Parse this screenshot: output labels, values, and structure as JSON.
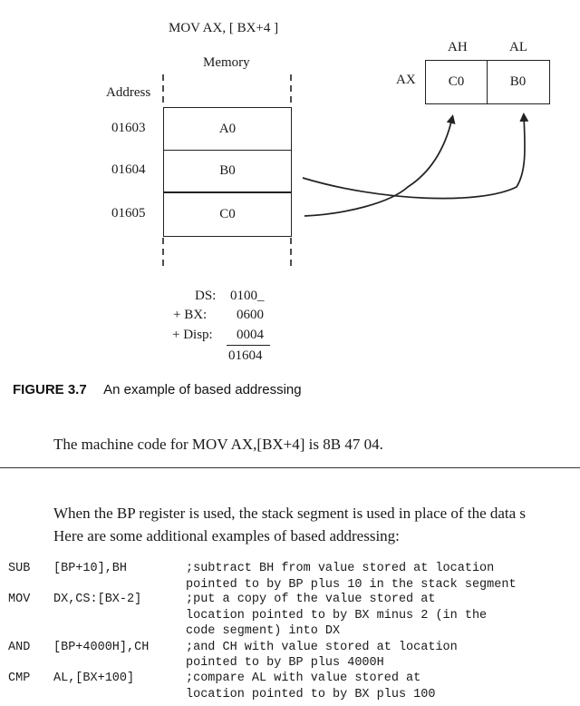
{
  "diagram": {
    "instruction": "MOV   AX, [ BX+4 ]",
    "memory_label": "Memory",
    "address_label": "Address",
    "rows": [
      {
        "address": "01603",
        "value": "A0"
      },
      {
        "address": "01604",
        "value": "B0"
      },
      {
        "address": "01605",
        "value": "C0"
      }
    ],
    "register": {
      "name": "AX",
      "high_label": "AH",
      "low_label": "AL",
      "high_value": "C0",
      "low_value": "B0"
    },
    "calc": {
      "ds_label": "DS:",
      "ds_value": "0100_",
      "bx_label": "+  BX:",
      "bx_value": "0600",
      "disp_label": "+ Disp:",
      "disp_value": "0004",
      "result": "01604"
    }
  },
  "figure": {
    "number": "FIGURE 3.7",
    "caption": "An example of based addressing"
  },
  "machine_code_text": "The machine code for MOV    AX,[BX+4] is 8B 47 04.",
  "paragraph": {
    "line1": "When the BP register is used, the stack segment is used in place of the data s",
    "line2": "Here are some additional examples of based addressing:"
  },
  "code_examples": [
    {
      "op": "SUB",
      "operands": "[BP+10],BH",
      "comment": [
        ";subtract BH from value stored at location",
        "pointed to by BP plus 10 in the stack segment"
      ]
    },
    {
      "op": "MOV",
      "operands": "DX,CS:[BX-2]",
      "comment": [
        ";put a copy of the value stored at",
        "location pointed to by BX minus 2 (in the",
        "code segment) into DX"
      ]
    },
    {
      "op": "AND",
      "operands": "[BP+4000H],CH",
      "comment": [
        ";and CH with value stored at location",
        "pointed to by BP plus 4000H"
      ]
    },
    {
      "op": "CMP",
      "operands": "AL,[BX+100]",
      "comment": [
        ";compare AL with value stored at",
        "location pointed to by BX plus 100"
      ]
    }
  ]
}
